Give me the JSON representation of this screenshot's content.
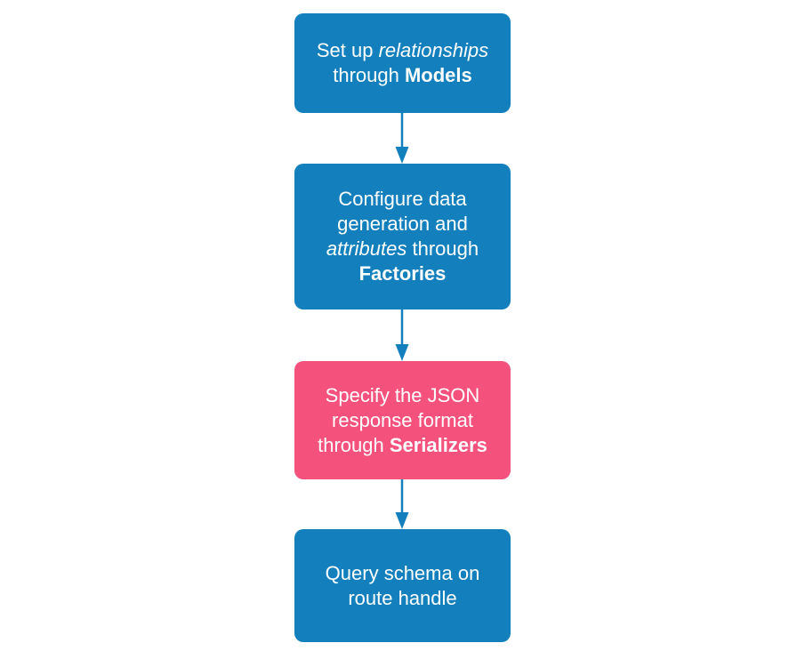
{
  "diagram": {
    "type": "flowchart",
    "direction": "top-to-bottom",
    "nodes": [
      {
        "id": "models",
        "color": "blue",
        "text": "Set up relationships through Models",
        "lines": [
          {
            "segments": [
              {
                "text": "Set up ",
                "emphasis": "none"
              },
              {
                "text": "relationships",
                "emphasis": "italic"
              }
            ]
          },
          {
            "segments": [
              {
                "text": "through ",
                "emphasis": "none"
              },
              {
                "text": "Models",
                "emphasis": "bold"
              }
            ]
          }
        ]
      },
      {
        "id": "factories",
        "color": "blue",
        "text": "Configure data generation and attributes through Factories",
        "lines": [
          {
            "segments": [
              {
                "text": "Configure data",
                "emphasis": "none"
              }
            ]
          },
          {
            "segments": [
              {
                "text": "generation and",
                "emphasis": "none"
              }
            ]
          },
          {
            "segments": [
              {
                "text": "attributes",
                "emphasis": "italic"
              },
              {
                "text": " through",
                "emphasis": "none"
              }
            ]
          },
          {
            "segments": [
              {
                "text": "Factories",
                "emphasis": "bold"
              }
            ]
          }
        ]
      },
      {
        "id": "serializers",
        "color": "pink",
        "text": "Specify the JSON response format through Serializers",
        "lines": [
          {
            "segments": [
              {
                "text": "Specify the JSON",
                "emphasis": "none"
              }
            ]
          },
          {
            "segments": [
              {
                "text": "response format",
                "emphasis": "none"
              }
            ]
          },
          {
            "segments": [
              {
                "text": "through ",
                "emphasis": "none"
              },
              {
                "text": "Serializers",
                "emphasis": "bold"
              }
            ]
          }
        ]
      },
      {
        "id": "route-handle",
        "color": "blue",
        "text": "Query schema on route handle",
        "lines": [
          {
            "segments": [
              {
                "text": "Query schema on",
                "emphasis": "none"
              }
            ]
          },
          {
            "segments": [
              {
                "text": "route handle",
                "emphasis": "none"
              }
            ]
          }
        ]
      }
    ],
    "edges": [
      {
        "from": "models",
        "to": "factories",
        "direction": "down"
      },
      {
        "from": "factories",
        "to": "serializers",
        "direction": "down"
      },
      {
        "from": "serializers",
        "to": "route-handle",
        "direction": "down"
      }
    ]
  },
  "theme": {
    "node-blue": "#1380BD",
    "node-pink": "#F4527D",
    "node-text": "#FFFFFF",
    "arrow": "#1380BD",
    "canvas-bg": "#FFFFFF"
  }
}
